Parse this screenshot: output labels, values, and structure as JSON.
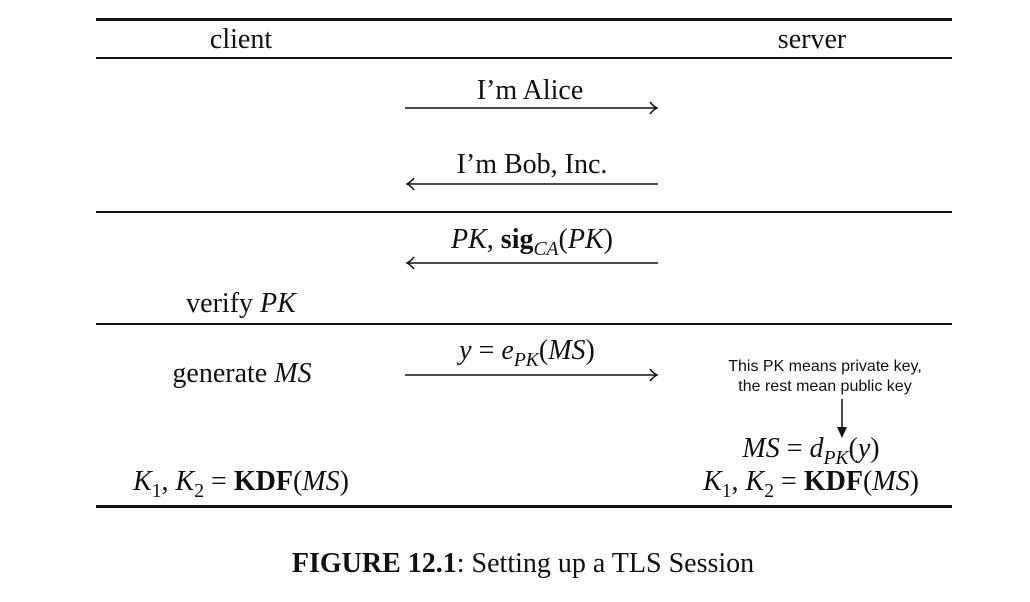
{
  "header": {
    "client": "client",
    "server": "server"
  },
  "messages": {
    "m1": "I’m Alice",
    "m2": "I’m Bob, Inc.",
    "m3_a": "PK",
    "m3_b": ", ",
    "m3_c": "sig",
    "m3_d": "CA",
    "m3_e": "(",
    "m3_f": "PK",
    "m3_g": ")",
    "m4_a": "y",
    "m4_b": " = ",
    "m4_c": "e",
    "m4_d": "PK",
    "m4_e": "(",
    "m4_f": "MS",
    "m4_g": ")"
  },
  "client": {
    "verify_a": "verify ",
    "verify_b": "PK",
    "generate_a": "generate ",
    "generate_b": "MS",
    "kdf": {
      "k1": "K",
      "k1s": "1",
      "comma": ", ",
      "k2": "K",
      "k2s": "2",
      "eq": " = ",
      "fn": "KDF",
      "op": "(",
      "arg": "MS",
      "cp": ")"
    }
  },
  "server": {
    "note_line1": "This PK means private key,",
    "note_line2": "the rest mean public key",
    "dec": {
      "ms": "MS",
      "eq": " = ",
      "d": "d",
      "sub": "PK",
      "op": "(",
      "y": "y",
      "cp": ")"
    },
    "kdf": {
      "k1": "K",
      "k1s": "1",
      "comma": ", ",
      "k2": "K",
      "k2s": "2",
      "eq": " = ",
      "fn": "KDF",
      "op": "(",
      "arg": "MS",
      "cp": ")"
    }
  },
  "caption": {
    "label": "FIGURE 12.1",
    "text": ": Setting up a TLS Session"
  }
}
